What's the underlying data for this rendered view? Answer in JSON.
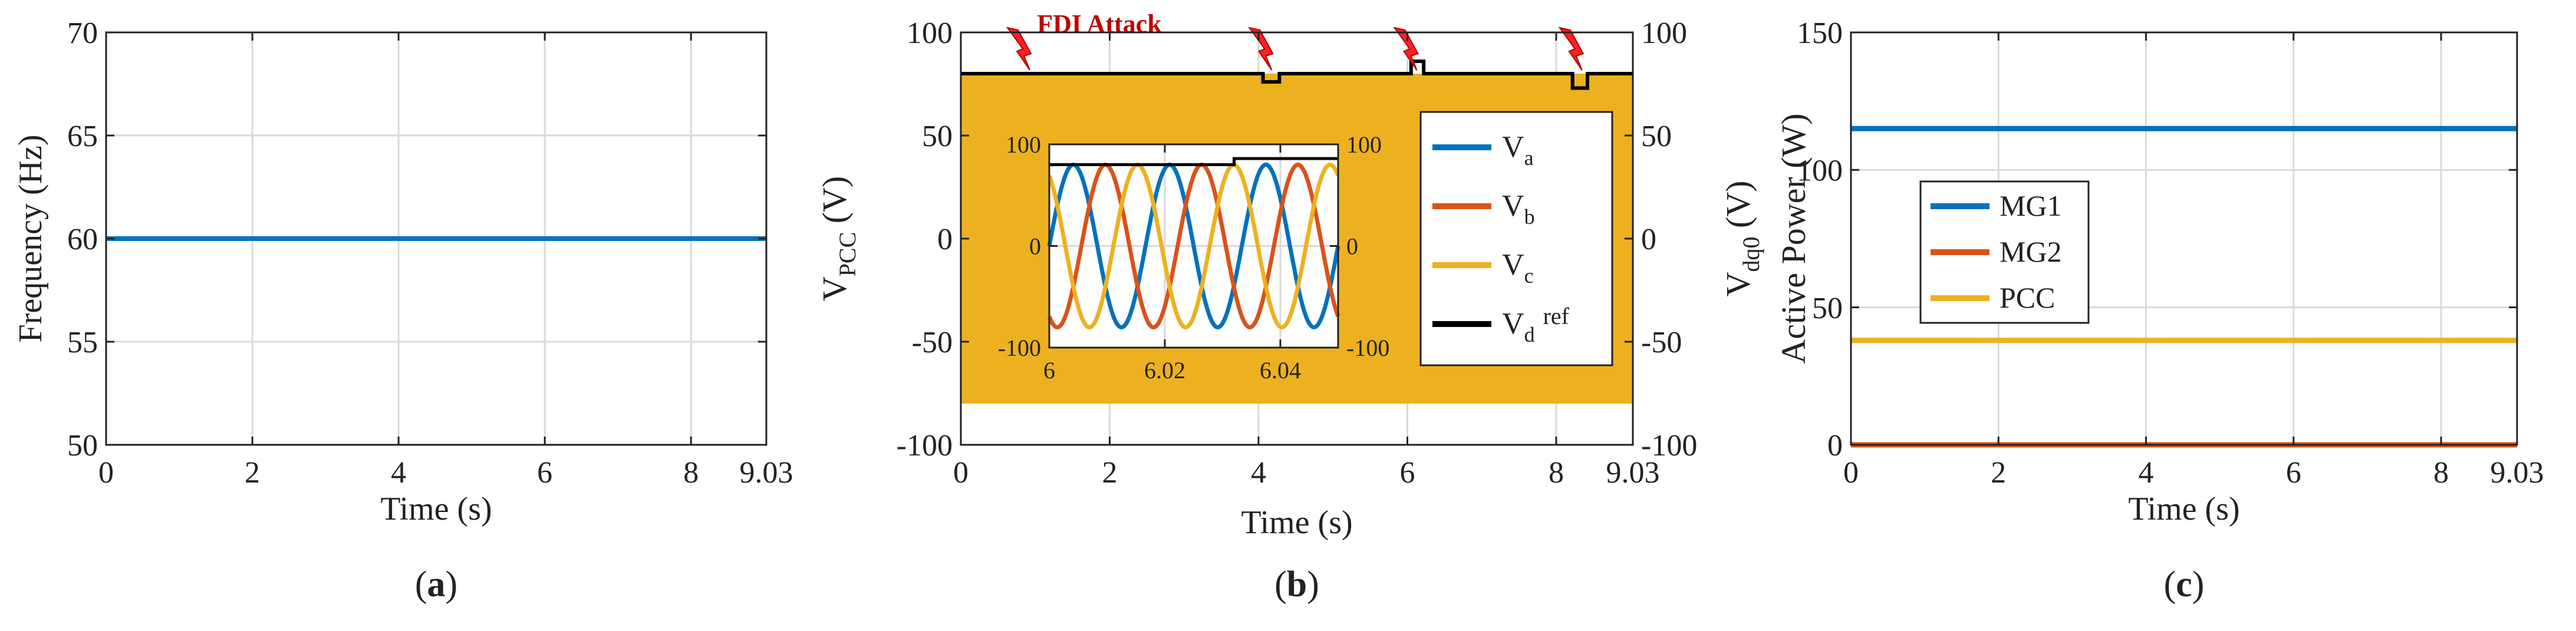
{
  "colors": {
    "blue": "#0072BD",
    "orange": "#D95319",
    "yellow": "#EDB120",
    "black": "#000000",
    "attack_red": "#C00000",
    "lightning_red": "#FF2020",
    "grid": "#d9d9d9"
  },
  "panels": {
    "a": {
      "caption": "a"
    },
    "b": {
      "caption": "b"
    },
    "c": {
      "caption": "c"
    }
  },
  "chart_data": [
    {
      "id": "a",
      "type": "line",
      "xlabel": "Time (s)",
      "ylabel": "Frequency (Hz)",
      "xlim": [
        0,
        9.03
      ],
      "ylim": [
        50,
        70
      ],
      "xticks": [
        0,
        2,
        4,
        6,
        8,
        9.03
      ],
      "xtick_labels": [
        "0",
        "2",
        "4",
        "6",
        "8",
        "9.03"
      ],
      "yticks": [
        50,
        55,
        60,
        65,
        70
      ],
      "ytick_labels": [
        "50",
        "55",
        "60",
        "65",
        "70"
      ],
      "grid": true,
      "series": [
        {
          "color": "#0072BD",
          "points": [
            [
              0,
              60
            ],
            [
              9.03,
              60
            ]
          ]
        }
      ]
    },
    {
      "id": "b",
      "type": "line",
      "xlabel": "Time (s)",
      "ylabel_main": "V",
      "ylabel_sub": "PCC",
      "ylabel_unit": " (V)",
      "ylabel_right_main": "V",
      "ylabel_right_sub": "dq0",
      "ylabel_right_unit": " (V)",
      "xlim": [
        0,
        9.03
      ],
      "ylim": [
        -100,
        100
      ],
      "xticks": [
        0,
        2,
        4,
        6,
        8,
        9.03
      ],
      "xtick_labels": [
        "0",
        "2",
        "4",
        "6",
        "8",
        "9.03"
      ],
      "yticks": [
        -100,
        -50,
        0,
        50,
        100
      ],
      "ytick_labels": [
        "-100",
        "-50",
        "0",
        "50",
        "100"
      ],
      "grid": true,
      "band": {
        "color": "#EDB120",
        "min": -80,
        "max": 80
      },
      "vd_ref": {
        "color": "#000000",
        "points": [
          [
            0,
            80
          ],
          [
            4.06,
            80
          ],
          [
            4.06,
            76
          ],
          [
            4.28,
            76
          ],
          [
            4.28,
            80
          ],
          [
            6.05,
            80
          ],
          [
            6.05,
            86
          ],
          [
            6.22,
            86
          ],
          [
            6.22,
            80
          ],
          [
            8.22,
            80
          ],
          [
            8.22,
            73
          ],
          [
            8.42,
            73
          ],
          [
            8.42,
            80
          ],
          [
            9.03,
            80
          ]
        ]
      },
      "annotation": {
        "text": "FDI Attack",
        "color": "#C00000"
      },
      "attack_times": [
        0.88,
        4.13,
        6.08,
        8.3
      ],
      "legend": {
        "placement": "right-inside",
        "entries": [
          {
            "main": "V",
            "sub": "a",
            "sup": "",
            "color": "#0072BD"
          },
          {
            "main": "V",
            "sub": "b",
            "sup": "",
            "color": "#D95319"
          },
          {
            "main": "V",
            "sub": "c",
            "sup": "",
            "color": "#EDB120"
          },
          {
            "main": "V",
            "sub": "d",
            "sup": "ref",
            "color": "#000000"
          }
        ]
      },
      "inset": {
        "xlim": [
          6,
          6.05
        ],
        "ylim": [
          -100,
          100
        ],
        "xticks": [
          6,
          6.02,
          6.04
        ],
        "xtick_labels": [
          "6",
          "6.02",
          "6.04"
        ],
        "yticks": [
          -100,
          0,
          100
        ],
        "ytick_labels": [
          "-100",
          "0",
          "100"
        ],
        "right_tick_labels": [
          "-100",
          "0",
          "100"
        ],
        "amplitude": 80,
        "frequency_hz": 60,
        "vd_ref_points": [
          [
            6,
            80
          ],
          [
            6.032,
            80
          ],
          [
            6.032,
            86
          ],
          [
            6.05,
            86
          ]
        ],
        "series": [
          {
            "name": "Va",
            "color": "#0072BD",
            "phase_deg": 0
          },
          {
            "name": "Vb",
            "color": "#D95319",
            "phase_deg": -120
          },
          {
            "name": "Vc",
            "color": "#EDB120",
            "phase_deg": 120
          }
        ]
      }
    },
    {
      "id": "c",
      "type": "line",
      "xlabel": "Time (s)",
      "ylabel": "Active Power (W)",
      "xlim": [
        0,
        9.03
      ],
      "ylim": [
        0,
        150
      ],
      "xticks": [
        0,
        2,
        4,
        6,
        8,
        9.03
      ],
      "xtick_labels": [
        "0",
        "2",
        "4",
        "6",
        "8",
        "9.03"
      ],
      "yticks": [
        0,
        50,
        100,
        150
      ],
      "ytick_labels": [
        "0",
        "50",
        "100",
        "150"
      ],
      "grid": true,
      "legend": {
        "placement": "left-middle"
      },
      "series": [
        {
          "name": "MG1",
          "color": "#0072BD",
          "points": [
            [
              0,
              115
            ],
            [
              9.03,
              115
            ]
          ]
        },
        {
          "name": "MG2",
          "color": "#D95319",
          "points": [
            [
              0,
              0
            ],
            [
              9.03,
              0
            ]
          ]
        },
        {
          "name": "PCC",
          "color": "#EDB120",
          "points": [
            [
              0,
              38
            ],
            [
              9.03,
              38
            ]
          ]
        }
      ]
    }
  ]
}
